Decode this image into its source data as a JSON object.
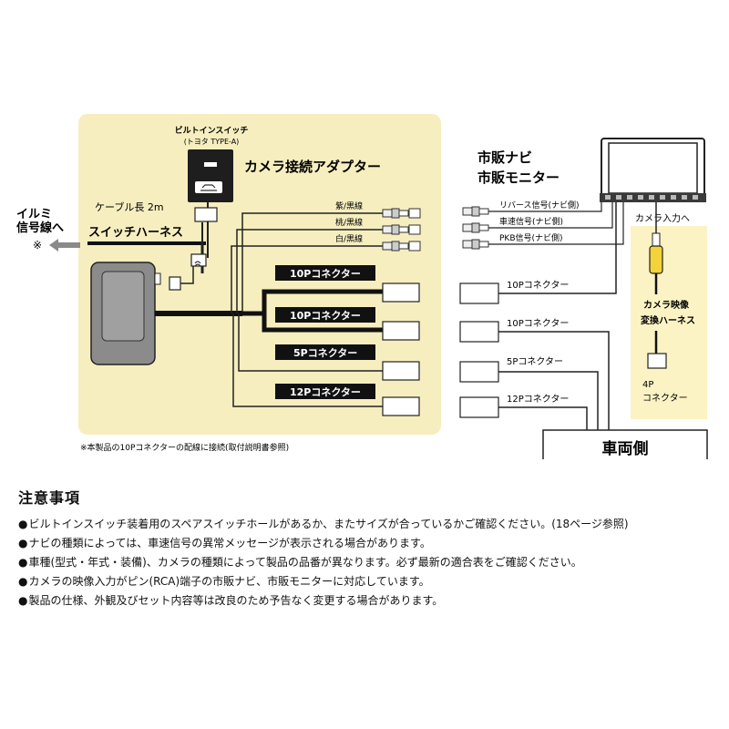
{
  "diagram": {
    "switch_title": "ビルトインスイッチ",
    "switch_subtitle": "(トヨタ TYPE-A)",
    "adapter_title": "カメラ接続アダプター",
    "cable_length": "ケーブル長 2m",
    "switch_harness": "スイッチハーネス",
    "illumi_line1": "イルミ",
    "illumi_line2": "信号線へ",
    "illumi_mark": "※",
    "wire_purple": "紫/黒線",
    "wire_pink": "桃/黒線",
    "wire_white": "白/黒線",
    "conn_10p_a": "10Pコネクター",
    "conn_10p_b": "10Pコネクター",
    "conn_5p": "5Pコネクター",
    "conn_12p": "12Pコネクター",
    "navi_line1": "市販ナビ",
    "navi_line2": "市販モニター",
    "sig_reverse": "リバース信号(ナビ側)",
    "sig_speed": "車速信号(ナビ側)",
    "sig_pkb": "PKB信号(ナビ側)",
    "right_10p_a": "10Pコネクター",
    "right_10p_b": "10Pコネクター",
    "right_5p": "5Pコネクター",
    "right_12p": "12Pコネクター",
    "camera_input": "カメラ入力へ",
    "conv_harness_line1": "カメラ映像",
    "conv_harness_line2": "変換ハーネス",
    "conn_4p_line1": "4P",
    "conn_4p_line2": "コネクター",
    "vehicle_side": "車両側",
    "footnote": "※本製品の10Pコネクターの配線に接続(取付説明書参照)"
  },
  "notes": {
    "title": "注意事項",
    "items": [
      "ビルトインスイッチ装着用のスペアスイッチホールがあるか、またサイズが合っているかご確認ください。(18ページ参照)",
      "ナビの種類によっては、車速信号の異常メッセージが表示される場合があります。",
      "車種(型式・年式・装備)、カメラの種類によって製品の品番が異なります。必ず最新の適合表をご確認ください。",
      "カメラの映像入力がピン(RCA)端子の市販ナビ、市販モニターに対応しています。",
      "製品の仕様、外観及びセット内容等は改良のため予告なく変更する場合があります。"
    ]
  },
  "colors": {
    "panel_bg": "#f6eebf",
    "camera_panel_bg": "#fbf3c4",
    "black_label": "#111111",
    "wire": "#222222",
    "rca_yellow": "#f3d23a"
  }
}
